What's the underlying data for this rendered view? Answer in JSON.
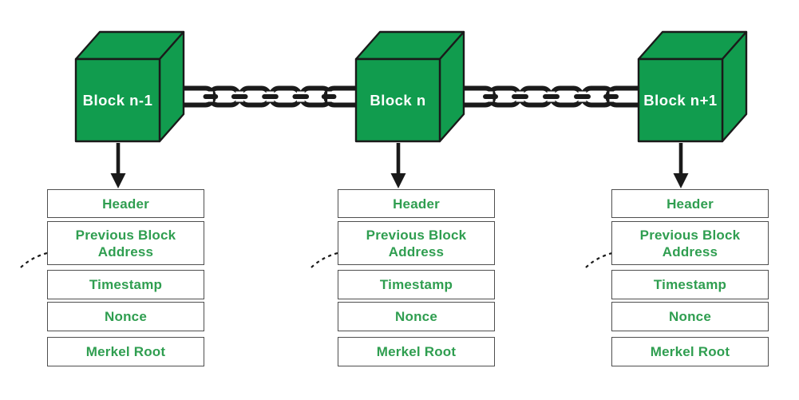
{
  "diagram_title": "",
  "colors": {
    "background": "#ffffff",
    "cube_green": "#119c4e",
    "cube_label_white": "#ffffff",
    "field_label_green": "#2f9e50",
    "outline_black": "#1a1a1a",
    "box_border_gray": "#4f4f4f"
  },
  "icons": {
    "chain": "chain-links-icon",
    "down_arrow": "down-arrow-icon",
    "pointer": "dashed-curved-arrow-icon"
  },
  "blocks": [
    {
      "cube_label": "Block n-1",
      "fields": [
        "Header",
        "Previous Block Address",
        "Timestamp",
        "Nonce",
        "Merkel Root"
      ]
    },
    {
      "cube_label": "Block n",
      "fields": [
        "Header",
        "Previous Block Address",
        "Timestamp",
        "Nonce",
        "Merkel Root"
      ]
    },
    {
      "cube_label": "Block n+1",
      "fields": [
        "Header",
        "Previous Block Address",
        "Timestamp",
        "Nonce",
        "Merkel Root"
      ]
    }
  ]
}
